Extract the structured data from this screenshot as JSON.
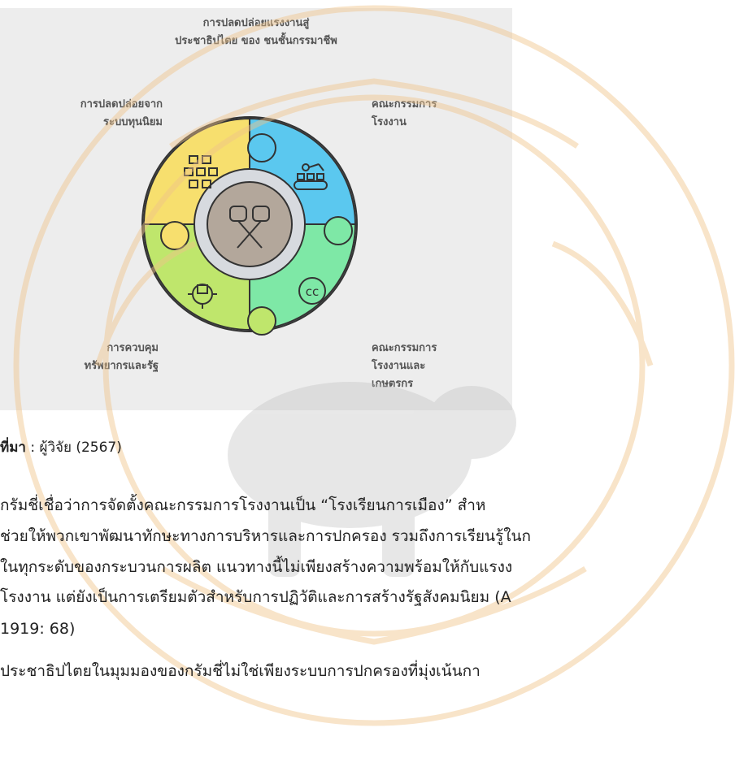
{
  "diagram": {
    "title": "การปลดปล่อยแรงงานสู่\nประชาธิปไตย ของ ชนชั้นกรรมาชีพ",
    "segments": [
      {
        "label": "การปลดปล่อยจาก\nระบบทุนนิยม",
        "color": "#f7df6e",
        "icon": "flowchart-icon"
      },
      {
        "label": "คณะกรรมการ\nโรงงาน",
        "color": "#5bc8ef",
        "icon": "conveyor-robot-icon"
      },
      {
        "label": "การควบคุม\nทรัพยากรและรัฐ",
        "color": "#bfe66c",
        "icon": "gear-control-icon"
      },
      {
        "label": "คณะกรรมการ\nโรงงานและ\nเกษตรกร",
        "color": "#7ee8a6",
        "icon": "cc-icon"
      }
    ],
    "center_icon": "fists-icon",
    "center_color": "#b3a79b",
    "ring_color": "#c9ced6"
  },
  "source": {
    "label": "ที่มา",
    "separator": " : ",
    "text": "ผู้วิจัย (2567)"
  },
  "paragraph_lines": [
    "            กรัมชี่เชื่อว่าการจัดตั้งคณะกรรมการโรงงานเป็น “โรงเรียนการเมือง” สำห",
    "ช่วยให้พวกเขาพัฒนาทักษะทางการบริหารและการปกครอง รวมถึงการเรียนรู้ในก",
    "ในทุกระดับของกระบวนการผลิต แนวทางนี้ไม่เพียงสร้างความพร้อมให้กับแรงง",
    "โรงงาน แต่ยังเป็นการเตรียมตัวสำหรับการปฏิวัติและการสร้างรัฐสังคมนิยม (A",
    "1919: 68)",
    "            ประชาธิปไตยในมุมมองของกรัมชี่ไม่ใช่เพียงระบบการปกครองที่มุ่งเน้นกา"
  ]
}
